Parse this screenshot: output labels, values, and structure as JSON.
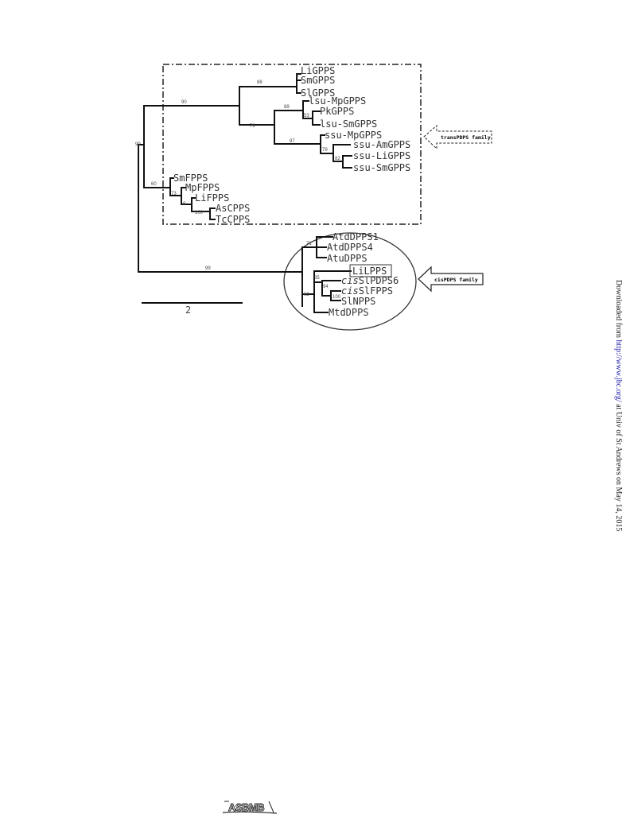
{
  "tree": {
    "leaves": {
      "li_gpps": "LiGPPS",
      "sm_gpps": "SmGPPS",
      "sl_gpps": "SlGPPS",
      "lsu_mp_gpps": "lsu-MpGPPS",
      "pk_gpps": "PkGPPS",
      "lsu_sm_gpps": "lsu-SmGPPS",
      "ssu_mp_gpps": "ssu-MpGPPS",
      "ssu_am_gpps": "ssu-AmGPPS",
      "ssu_li_gpps": "ssu-LiGPPS",
      "ssu_sm_gpps": "ssu-SmGPPS",
      "sm_fpps": "SmFPPS",
      "mp_fpps": "MpFPPS",
      "li_fpps": "LiFPPS",
      "as_cpps": "AsCPPS",
      "tc_cpps": "TcCPPS",
      "atd_dpps1": "AtdDPPS1",
      "atd_dpps4": "AtdDPPS4",
      "atu_dpps": "AtuDPPS",
      "li_lpps": "LiLPPS",
      "cis_prefix": "cis",
      "cis_sl_pdps6_rest": "SlPDPS6",
      "cis_sl_fpps_rest": "SlFPPS",
      "sl_npps": "SlNPPS",
      "mtd_dpps": "MtdDPPS"
    },
    "bootstrap": {
      "b_90": "90",
      "b_88": "88",
      "b_89": "89",
      "b_79": "79",
      "b_97": "97",
      "b_99_root": "99",
      "b_60": "60",
      "b_73": "73",
      "b_100_cpps": "100",
      "b_99_cis": "99",
      "b_71": "71",
      "b_85": "85",
      "b_94": "94",
      "b_100_npps": "100",
      "b_62": "62",
      "b_53": "53",
      "b_82": "82",
      "b_79b": "79",
      "b_8": "8",
      "b_6": "6"
    },
    "families": {
      "trans_label": "transPDPS family",
      "cis_label": "cisPDPS family"
    },
    "scale_bar_label": "2"
  },
  "side_note": {
    "prefix": "Downloaded from ",
    "link": "http://www.jbc.org/",
    "suffix": " at Univ of St Andrews on May 14, 2015"
  },
  "logo_text": "ASBMB"
}
